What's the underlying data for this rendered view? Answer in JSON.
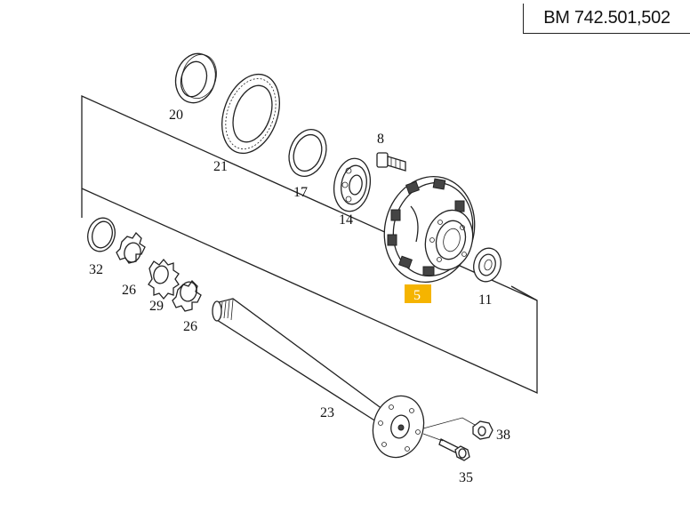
{
  "title": "BM 742.501,502",
  "highlight_color": "#f5b400",
  "parts": {
    "p20": "20",
    "p21": "21",
    "p17": "17",
    "p8": "8",
    "p14": "14",
    "p32": "32",
    "p26a": "26",
    "p29": "29",
    "p26b": "26",
    "p5": "5",
    "p11": "11",
    "p23": "23",
    "p38": "38",
    "p35": "35"
  }
}
